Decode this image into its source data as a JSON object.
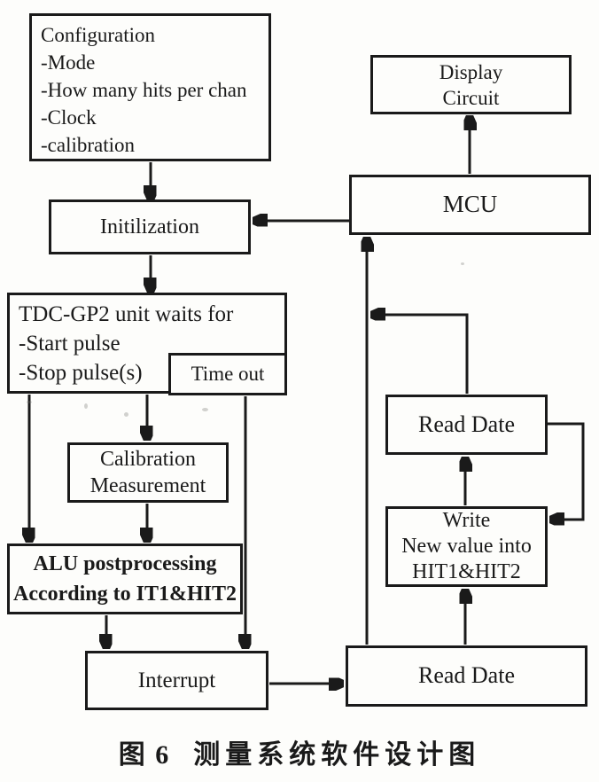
{
  "nodes": {
    "configuration": {
      "lines": [
        "Configuration",
        "-Mode",
        "-How many hits per chan",
        "-Clock",
        "-calibration"
      ]
    },
    "initialization": {
      "label": "Initilization"
    },
    "display_circuit": {
      "lines": [
        "Display",
        "Circuit"
      ]
    },
    "mcu": {
      "label": "MCU"
    },
    "tdc_wait": {
      "lines": [
        "TDC-GP2 unit waits for",
        "-Start pulse",
        "-Stop pulse(s)"
      ]
    },
    "timeout": {
      "label": "Time out"
    },
    "calibration_measurement": {
      "lines": [
        "Calibration",
        "Measurement"
      ]
    },
    "alu_postprocessing": {
      "lines": [
        "ALU postprocessing",
        "According to IT1&HIT2"
      ]
    },
    "interrupt": {
      "label": "Interrupt"
    },
    "read_date_top": {
      "label": "Read Date"
    },
    "write_new_value": {
      "lines": [
        "Write",
        "New value into",
        "HIT1&HIT2"
      ]
    },
    "read_date_bottom": {
      "label": "Read Date"
    }
  },
  "caption": {
    "figure_label": "图 6",
    "title": "测量系统软件设计图"
  },
  "colors": {
    "ink": "#1a1a1a",
    "paper": "#fdfdfb"
  }
}
